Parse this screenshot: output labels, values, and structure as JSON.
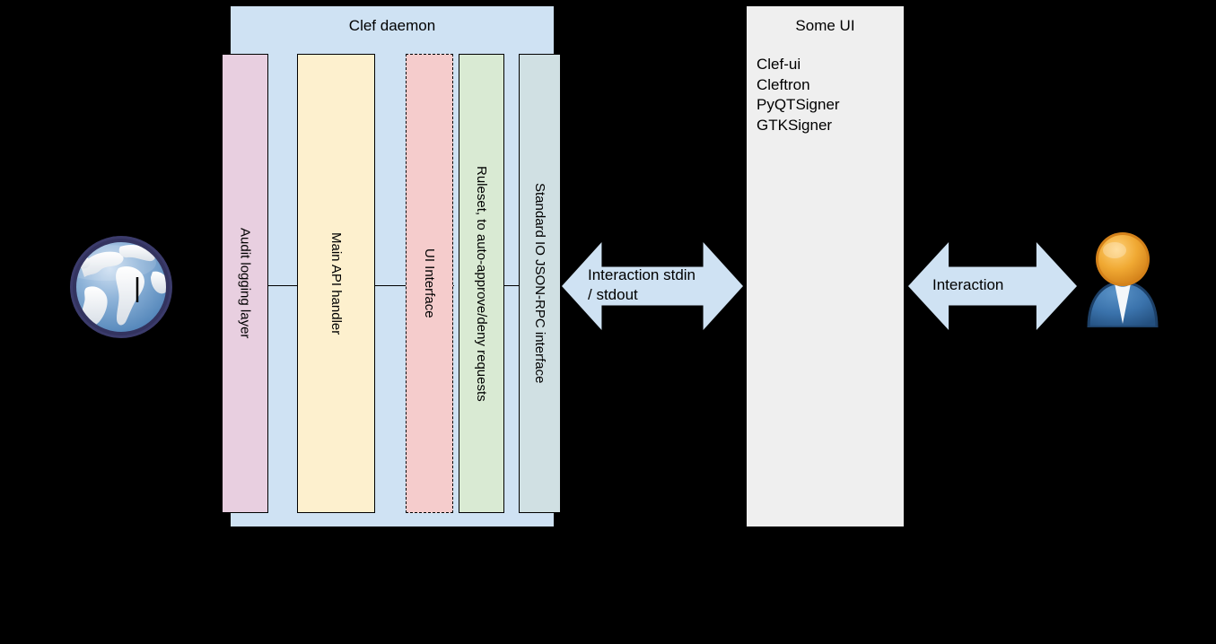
{
  "daemon": {
    "title": "Clef daemon",
    "columns": [
      {
        "name": "audit-logging-layer",
        "label": "Audit logging layer",
        "color": "#e8cfe0",
        "dashed": false
      },
      {
        "name": "main-api-handler",
        "label": "Main API handler",
        "color": "#fdf0ce",
        "dashed": false
      },
      {
        "name": "ui-interface",
        "label": "UI Interface",
        "color": "#f5cccc",
        "dashed": true
      },
      {
        "name": "ruleset",
        "label": "Ruleset, to auto-approve/deny requests",
        "color": "#d9ead3",
        "dashed": false
      },
      {
        "name": "standard-io-jsonrpc",
        "label": "Standard IO JSON-RPC interface",
        "color": "#d0e0e3",
        "dashed": false
      }
    ],
    "panel_color": "#cfe2f3"
  },
  "some_ui": {
    "title": "Some UI",
    "panel_color": "#efefef",
    "items": [
      "Clef-ui",
      "Cleftron",
      "PyQTSigner",
      "GTKSigner"
    ]
  },
  "arrows": [
    {
      "name": "stdio-arrow",
      "label": "Interaction stdin\n/ stdout",
      "color": "#cfe2f3"
    },
    {
      "name": "interaction-arrow",
      "label": "Interaction",
      "color": "#cfe2f3"
    }
  ],
  "icons": {
    "left": "globe-icon",
    "right": "user-icon"
  },
  "colors": {
    "background": "#000000",
    "panel_blue": "#cfe2f3",
    "panel_gray": "#efefef",
    "stroke": "#000000"
  }
}
